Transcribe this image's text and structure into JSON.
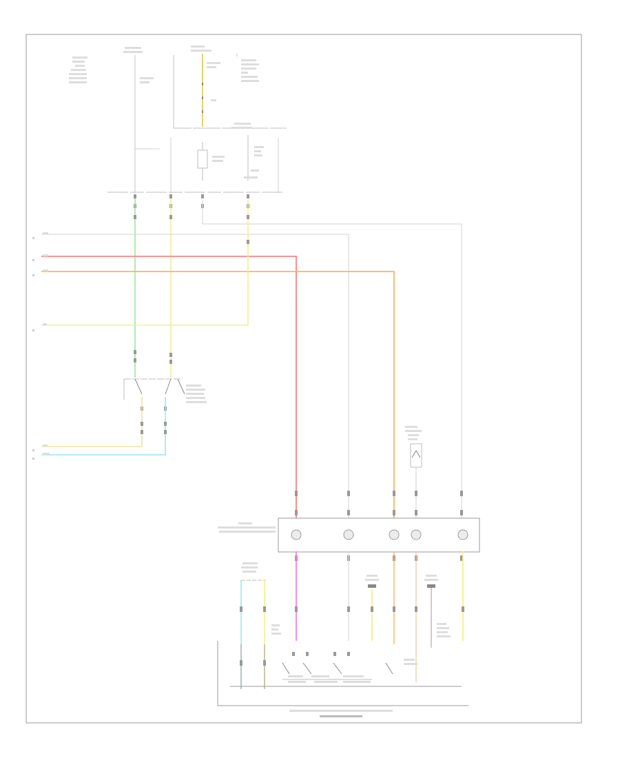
{
  "diagram": {
    "corner_label": "",
    "colors": {
      "white": "#d9d9d9",
      "red": "#ff8080",
      "orange": "#ffb066",
      "yellow": "#f4f08a",
      "green": "#9fe69f",
      "lightgreen": "#c2eec2",
      "cyan": "#99e8f0",
      "magenta": "#f27ff2",
      "frame": "#9a9a9a"
    },
    "wire_colors_in_order": [
      "white",
      "red",
      "orange",
      "yellow",
      "yellow",
      "cyan"
    ]
  }
}
